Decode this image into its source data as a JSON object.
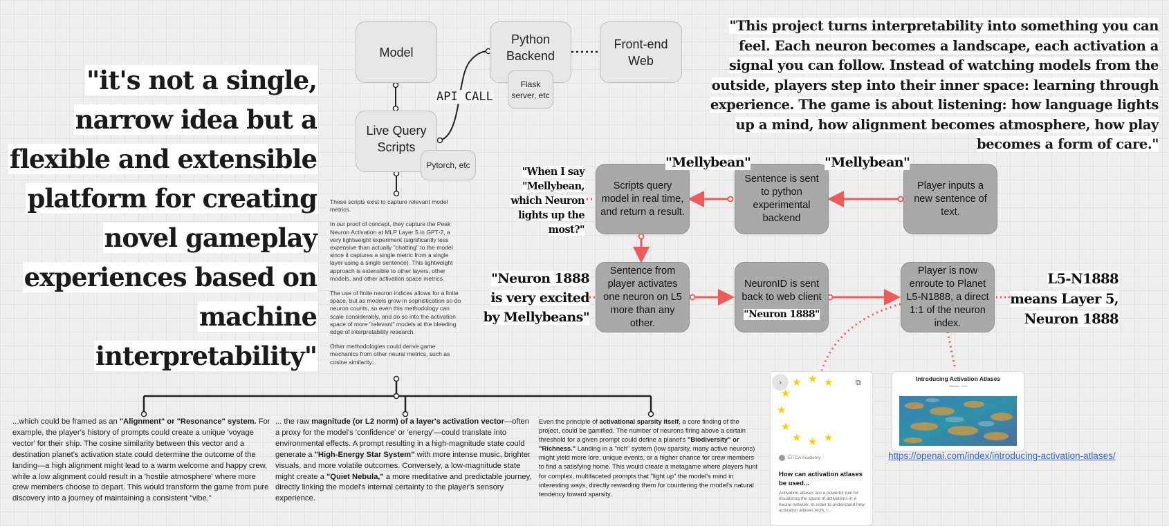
{
  "left_quote": "\"it's not a single, narrow idea but a flexible and extensible platform for creating novel gameplay experiences based on machine interpretability\"",
  "top_right_quote": "\"This project turns interpretability into something you can feel. Each neuron becomes a landscape, each activation a signal you can follow. Instead of watching models from the outside, players step into their inner space: learning through experience. The game is about listening: how language lights up a mind, how alignment becomes atmosphere, how play becomes a form of care.\"",
  "architecture": {
    "model": "Model",
    "python_backend": "Python Backend",
    "flask_note": "Flask server, etc",
    "frontend_web": "Front-end Web",
    "api_call": "API CALL",
    "live_query_scripts": "Live Query Scripts",
    "pytorch_note": "Pytorch, etc"
  },
  "scripts_note": [
    "These scripts exist to capture relevant model metrics.",
    "In our proof of concept, they capture the Peak Neuron Activation at MLP Layer 5 in GPT-2, a very lightweight experiment (significantly less expensive than actually \"chatting\" to the model since it captures a single metric from a single layer using a single sentence). This lightweight approach is extensible to other layers, other models, and other activation space metrics.",
    "The use of finite neuron indices allows for a finite space, but as models grow in sophistication so do neuron counts, so even this methodology can scale considerably, and do so into the activation space of more \"relevant\" models at the bleeding edge of interpretability research.",
    "Other methodologies could derive game mechanics from other neural metrics, such as cosine similarity..."
  ],
  "flow": {
    "label_mellybean_1": "\"Mellybean\"",
    "label_mellybean_2": "\"Mellybean\"",
    "scripts_query": "Scripts query model in real time, and return a result.",
    "sentence_sent": "Sentence is sent to python experimental backend",
    "player_inputs": "Player inputs a new sentence of text.",
    "sentence_activates": "Sentence from player activates one neuron on L5 more than any other.",
    "neuronid_sent": "NeuronID is sent back to web client",
    "neuron_tag": "\"Neuron 1888\"",
    "player_enroute": "Player is now enroute to Planet L5-N1888, a direct 1:1 of the neuron index.",
    "when_i_say": "\"When I say \"Mellybean, which Neuron lights up the most?\"",
    "neuron_excited": "\"Neuron 1888 is very excited by Mellybeans\"",
    "l5_meaning": "L5-N1888 means Layer 5, Neuron 1888"
  },
  "bottom": {
    "col1": {
      "pre": "...which could be framed as an ",
      "bold": "\"Alignment\" or \"Resonance\" system.",
      "post": " For example, the player's history of prompts could create a unique 'voyage vector' for their ship. The cosine similarity between this vector and a destination planet's activation state could determine the outcome of the landing—a high alignment might lead to a warm welcome and happy crew, while a low alignment could result in a 'hostile atmosphere' where more crew members choose to depart. This would transform the game from pure discovery into a journey of maintaining a consistent \"vibe.\""
    },
    "col2": {
      "pre": "... the raw ",
      "bold1": "magnitude (or L2 norm) of a layer's activation vector",
      "mid1": "—often a proxy for the model's 'confidence' or 'energy'—could translate into environmental effects. A prompt resulting in a high-magnitude state could generate a ",
      "bold2": "\"High-Energy Star System\"",
      "mid2": " with more intense music, brighter visuals, and more volatile outcomes. Conversely, a low-magnitude state might create a ",
      "bold3": "\"Quiet Nebula,\"",
      "post": " a more meditative and predictable journey, directly linking the model's internal certainty to the player's sensory experience."
    },
    "col3": {
      "pre": "Even the principle of ",
      "bold1": "activational sparsity itself",
      "mid1": ", a core finding of the project, could be gamified. The number of neurons firing above a certain threshold for a given prompt could define a planet's ",
      "bold2": "\"Biodiversity\" or \"Richness.\"",
      "post": " Landing in a \"rich\" system (low sparsity, many active neurons) might yield more lore, unique events, or a higher chance for crew members to find a satisfying home. This would create a metagame where players hunt for complex, multifaceted prompts that \"light up\" the model's mind in interesting ways, directly rewarding them for countering the model's natural tendency toward sparsity."
    }
  },
  "card_eu": {
    "source": "EITCA Academy",
    "title": "How can activation atlases be used...",
    "desc": "Activation atlases are a powerful tool for visualizing the space of activations in a neural network. In order to understand how activation atlases work, i..."
  },
  "card_openai": {
    "title": "Introducing Activation Atlases",
    "subtitle": "Research · 2019",
    "link": "https://openai.com/index/introducing-activation-atlases/"
  },
  "colors": {
    "accent_red": "#ee5a5a",
    "node_dark": "#a9a9a9",
    "node_light": "#e7e7e7",
    "eu_blue": "#ffffff",
    "eu_star": "#ffcc00",
    "link_blue": "#3a64c8"
  }
}
